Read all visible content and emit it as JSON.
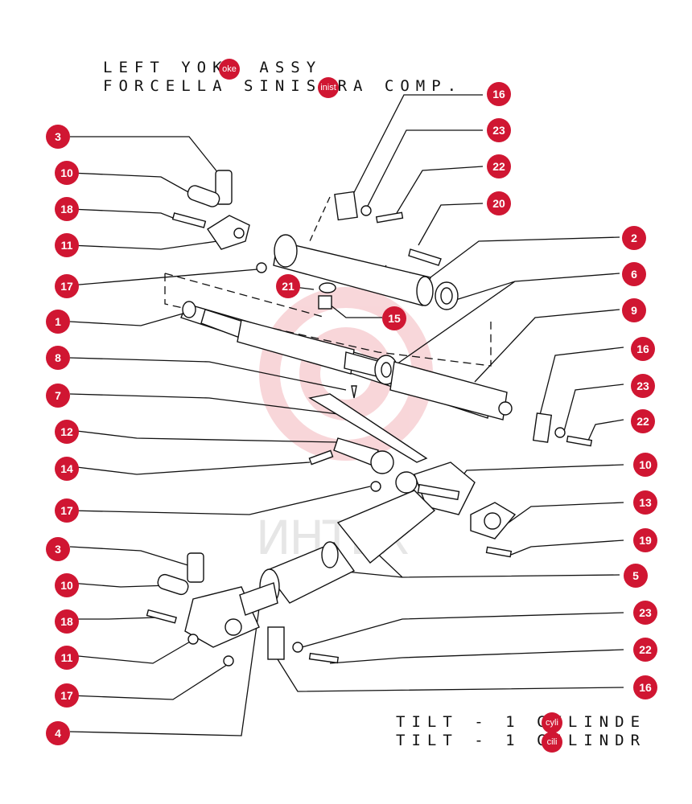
{
  "titles": {
    "line1": "LEFT YOKE ASSY",
    "line2": "FORCELLA SINISTRA COMP.",
    "overlay_a": "oke",
    "overlay_b": "inist",
    "bottom1": "TILT - 1 CYLINDE",
    "bottom2": "TILT - 1 CILINDR",
    "overlay_c": "cyli",
    "overlay_d": "cili"
  },
  "watermark": "ИНТЕХ",
  "callouts": {
    "c16a": "16",
    "c23a": "23",
    "c22a": "22",
    "c20": "20",
    "c2": "2",
    "c6": "6",
    "c9": "9",
    "c16b": "16",
    "c23b": "23",
    "c22b": "22",
    "c10c": "10",
    "c13": "13",
    "c19": "19",
    "c5": "5",
    "c23c": "23",
    "c22c": "22",
    "c16c": "16",
    "c3a": "3",
    "c10a": "10",
    "c18a": "18",
    "c11a": "11",
    "c17a": "17",
    "c21": "21",
    "c15": "15",
    "c1": "1",
    "c8": "8",
    "c7": "7",
    "c12": "12",
    "c14": "14",
    "c17b": "17",
    "c3b": "3",
    "c10b": "10",
    "c18b": "18",
    "c11b": "11",
    "c17c": "17",
    "c4": "4"
  },
  "colors": {
    "callout": "#d01632",
    "line": "#111111",
    "watermark": "#f4c8cc"
  }
}
